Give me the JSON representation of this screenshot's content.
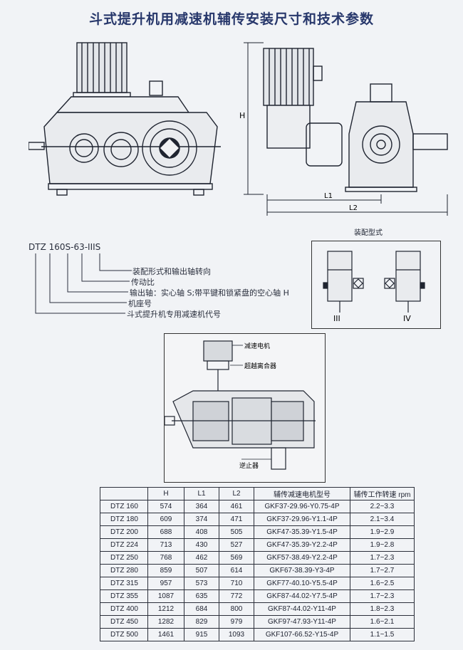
{
  "title": "斗式提升机用减速机辅传安装尺寸和技术参数",
  "dim_labels": {
    "h": "H",
    "l1": "L1",
    "l2": "L2"
  },
  "model_code": {
    "code": "DTZ 160S-63-IIIS",
    "labels": [
      "装配形式和输出轴转向",
      "传动比",
      "输出轴：实心轴 S;带平键和锁紧盘的空心轴 H",
      "机座号",
      "斗式提升机专用减速机代号"
    ]
  },
  "assembly": {
    "title": "装配型式",
    "type_iii": "III",
    "type_iv": "IV"
  },
  "section": {
    "motor_label": "减速电机",
    "overrun_clutch_label": "超越离合器",
    "backstop_label": "逆止器"
  },
  "table": {
    "headers": [
      "",
      "H",
      "L1",
      "L2",
      "辅传减速电机型号",
      "辅传工作转速 rpm"
    ],
    "rows": [
      [
        "DTZ  160",
        "574",
        "364",
        "461",
        "GKF37-29.96-Y0.75-4P",
        "2.2~3.3"
      ],
      [
        "DTZ  180",
        "609",
        "374",
        "471",
        "GKF37-29.96-Y1.1-4P",
        "2.1~3.4"
      ],
      [
        "DTZ  200",
        "688",
        "408",
        "505",
        "GKF47-35.39-Y1.5-4P",
        "1.9~2.9"
      ],
      [
        "DTZ  224",
        "713",
        "430",
        "527",
        "GKF47-35.39-Y2.2-4P",
        "1.9~2.8"
      ],
      [
        "DTZ  250",
        "768",
        "462",
        "569",
        "GKF57-38.49-Y2.2-4P",
        "1.7~2.3"
      ],
      [
        "DTZ  280",
        "859",
        "507",
        "614",
        "GKF67-38.39-Y3-4P",
        "1.7~2.7"
      ],
      [
        "DTZ  315",
        "957",
        "573",
        "710",
        "GKF77-40.10-Y5.5-4P",
        "1.6~2.5"
      ],
      [
        "DTZ  355",
        "1087",
        "635",
        "772",
        "GKF87-44.02-Y7.5-4P",
        "1.7~2.3"
      ],
      [
        "DTZ  400",
        "1212",
        "684",
        "800",
        "GKF87-44.02-Y11-4P",
        "1.8~2.3"
      ],
      [
        "DTZ  450",
        "1282",
        "829",
        "979",
        "GKF97-47.93-Y11-4P",
        "1.6~2.1"
      ],
      [
        "DTZ  500",
        "1461",
        "915",
        "1093",
        "GKF107-66.52-Y15-4P",
        "1.1~1.5"
      ]
    ]
  }
}
